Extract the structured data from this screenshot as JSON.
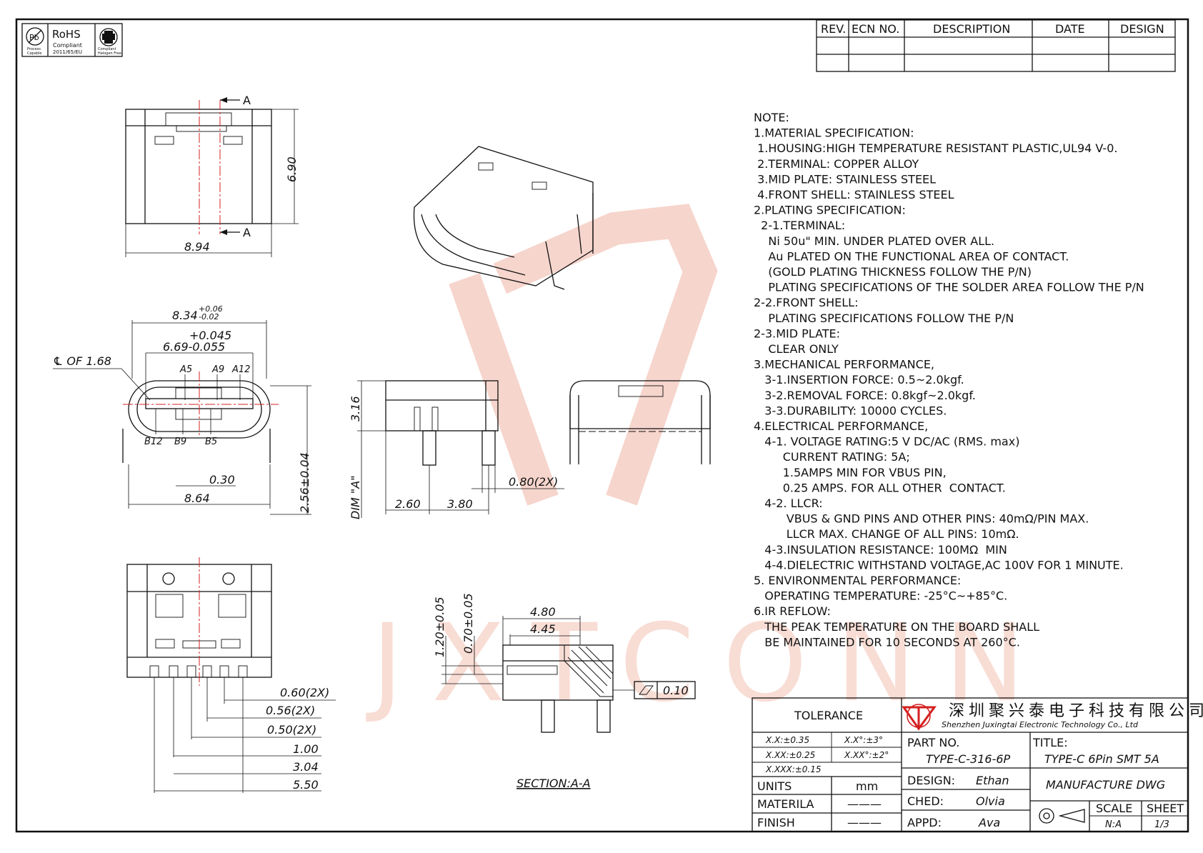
{
  "revision_table": {
    "headers": [
      "REV.",
      "ECN NO.",
      "DESCRIPTION",
      "DATE",
      "DESIGN"
    ]
  },
  "certifications": {
    "pb": "Pb",
    "pb_caption": [
      "Process",
      "Capable"
    ],
    "rohs": "RoHS",
    "rohs_caption": [
      "Compliant",
      "2011/65/EU"
    ],
    "halogen_caption": [
      "Compliant",
      "Halogen Free"
    ]
  },
  "watermark": "JXTCONN",
  "top_view": {
    "section_mark": "A",
    "height": "6.90",
    "width": "8.94"
  },
  "front_view": {
    "outer_width": "8.34",
    "outer_tol_plus": "+0.06",
    "outer_tol_minus": "-0.02",
    "inner_tol_plus": "+0.045",
    "inner_width": "6.69-0.055",
    "centerline": "℄ OF 1.68",
    "pins_top": [
      "A5",
      "A9",
      "A12"
    ],
    "pins_bottom": [
      "B12",
      "B9",
      "B5"
    ],
    "gap": "0.30",
    "height": "2.56±0.04",
    "width": "8.64"
  },
  "side_view": {
    "height": "3.16",
    "dim_a": "DIM \"A\"",
    "d1": "2.60",
    "d2": "3.80",
    "leg": "0.80(2X)"
  },
  "bottom_view": {
    "dims": [
      "0.60(2X)",
      "0.56(2X)",
      "0.50(2X)",
      "1.00",
      "3.04",
      "5.50"
    ]
  },
  "section_view": {
    "h1": "1.20±0.05",
    "h2": "0.70±0.05",
    "w1": "4.80",
    "w2": "4.45",
    "flatness": "0.10",
    "title": "SECTION:A-A"
  },
  "notes": [
    "NOTE:",
    "1.MATERIAL SPECIFICATION:",
    " 1.HOUSING:HIGH TEMPERATURE RESISTANT PLASTIC,UL94 V-0.",
    " 2.TERMINAL: COPPER ALLOY",
    " 3.MID PLATE: STAINLESS STEEL",
    " 4.FRONT SHELL: STAINLESS STEEL",
    "2.PLATING SPECIFICATION:",
    "  2-1.TERMINAL:",
    "    Ni 50u\" MIN. UNDER PLATED OVER ALL.",
    "    Au PLATED ON THE FUNCTIONAL AREA OF CONTACT.",
    "    (GOLD PLATING THICKNESS FOLLOW THE P/N)",
    "    PLATING SPECIFICATIONS OF THE SOLDER AREA FOLLOW THE P/N",
    "2-2.FRONT SHELL:",
    "    PLATING SPECIFICATIONS FOLLOW THE P/N",
    "2-3.MID PLATE:",
    "    CLEAR ONLY",
    "3.MECHANICAL PERFORMANCE,",
    "   3-1.INSERTION FORCE: 0.5~2.0kgf.",
    "   3-2.REMOVAL FORCE: 0.8kgf~2.0kgf.",
    "   3-3.DURABILITY: 10000 CYCLES.",
    "4.ELECTRICAL PERFORMANCE,",
    "   4-1. VOLTAGE RATING:5 V DC/AC (RMS. max)",
    "        CURRENT RATING: 5A;",
    "        1.5AMPS MIN FOR VBUS PIN,",
    "        0.25 AMPS. FOR ALL OTHER  CONTACT.",
    "   4-2. LLCR:",
    "         VBUS & GND PINS AND OTHER PINS: 40mΩ/PIN MAX.",
    "         LLCR MAX. CHANGE OF ALL PINS: 10mΩ.",
    "   4-3.INSULATION RESISTANCE: 100MΩ  MIN",
    "   4-4.DIELECTRIC WITHSTAND VOLTAGE,AC 100V FOR 1 MINUTE.",
    "5. ENVIRONMENTAL PERFORMANCE:",
    "   OPERATING TEMPERATURE: -25°C~+85°C.",
    "6.IR REFLOW:",
    "   THE PEAK TEMPERATURE ON THE BOARD SHALL",
    "   BE MAINTAINED FOR 10 SECONDS AT 260°C."
  ],
  "title_block": {
    "tolerance_label": "TOLERANCE",
    "tolerances_linear": [
      "X.X:±0.35",
      "X.XX:±0.25",
      "X.XXX:±0.15"
    ],
    "tolerances_angular": [
      "X.X°:±3°",
      "X.XX°:±2°"
    ],
    "units_label": "UNITS",
    "units_value": "mm",
    "material_label": "MATERILA",
    "material_value": "———",
    "finish_label": "FINISH",
    "finish_value": "———",
    "company_cn": "深圳聚兴泰电子科技有限公司",
    "company_en": "Shenzhen Juxingtai Electronic Technology Co., Ltd",
    "part_no_label": "PART NO.",
    "part_no": "TYPE-C-316-6P",
    "title_label": "TITLE:",
    "title_value": "TYPE-C 6Pin SMT 5A",
    "design_label": "DESIGN:",
    "design_value": "Ethan",
    "checked_label": "CHED:",
    "checked_value": "Olvia",
    "approved_label": "APPD:",
    "approved_value": "Ava",
    "drawing_type": "MANUFACTURE DWG",
    "scale_label": "SCALE",
    "scale_value": "N:A",
    "sheet_label": "SHEET",
    "sheet_value": "1/3"
  }
}
